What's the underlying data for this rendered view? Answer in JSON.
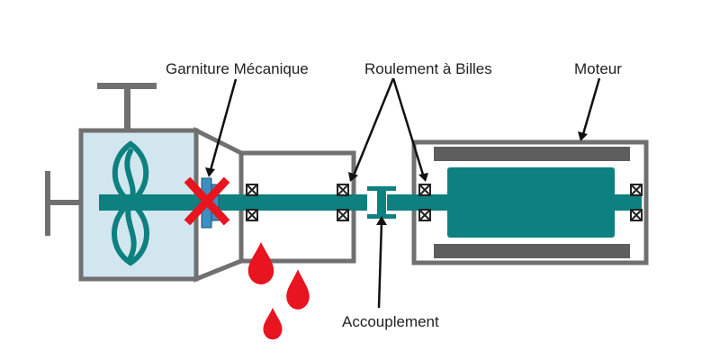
{
  "labels": {
    "seal": "Garniture Mécanique",
    "bearings": "Roulement à Billes",
    "motor": "Moteur",
    "coupling": "Accouplement"
  },
  "colors": {
    "outline": "#707070",
    "housing_fill": "#d1e6ee",
    "shaft": "#0f8080",
    "seal": "#3c8fc0",
    "cross": "#e8141f",
    "leak": "#e8141f",
    "motor_stator": "#5e5e5e",
    "bearing_outline": "#222222",
    "text": "#222222"
  },
  "icons": [
    "impeller-icon",
    "cross-icon",
    "bearing-icon",
    "leak-drop-icon"
  ]
}
